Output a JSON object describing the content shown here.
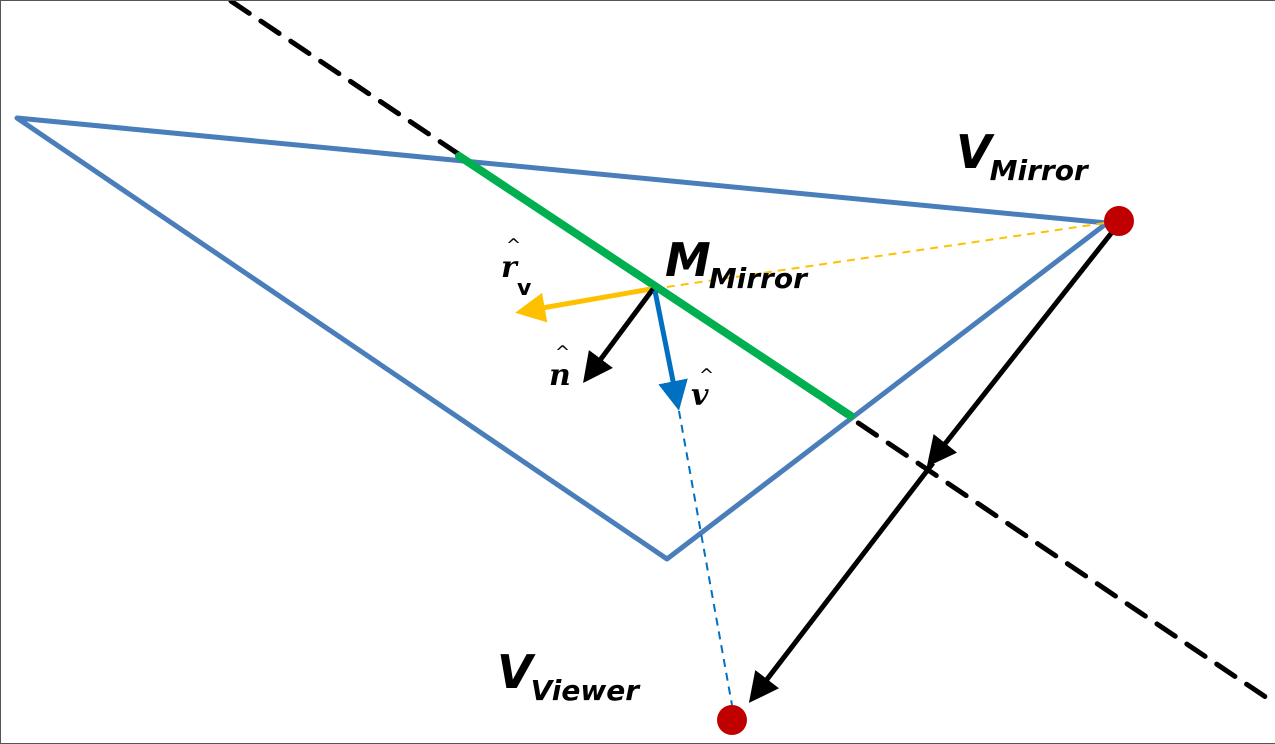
{
  "diagram": {
    "title": "Mirror reflection geometry",
    "colors": {
      "triangle": "#4a7ebb",
      "mirror_plane": "#00b050",
      "dashed_plane": "#000000",
      "reflected_vector": "#ffc000",
      "view_vector": "#0070c0",
      "normal_vector": "#000000",
      "points": "#c00000"
    },
    "labels": {
      "v_mirror": {
        "main": "V",
        "sub": "Mirror"
      },
      "m_mirror": {
        "main": "M",
        "sub": "Mirror"
      },
      "v_viewer": {
        "main": "V",
        "sub": "Viewer"
      },
      "r_hat": {
        "symbol": "r",
        "hat": "^",
        "sub": "v"
      },
      "n_hat": {
        "symbol": "n",
        "hat": "^"
      },
      "v_hat": {
        "symbol": "v",
        "hat": "^"
      }
    }
  }
}
